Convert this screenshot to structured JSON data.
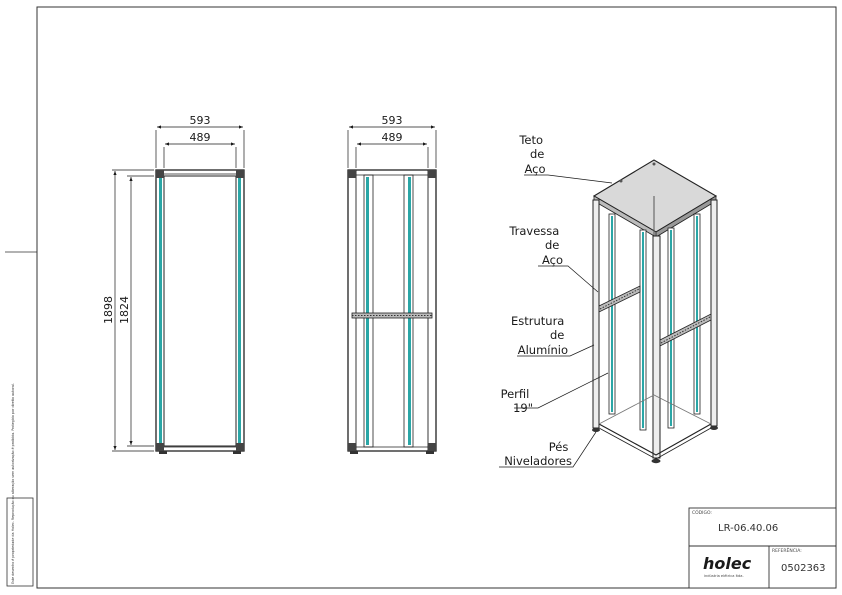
{
  "front_view": {
    "overall_width": "593",
    "inner_width": "489",
    "overall_height": "1898",
    "inner_height": "1824"
  },
  "side_view": {
    "overall_width": "593",
    "inner_width": "489"
  },
  "callouts": [
    {
      "lines": [
        "Teto",
        "de",
        "Aço"
      ]
    },
    {
      "lines": [
        "Travessa",
        "de",
        "Aço"
      ]
    },
    {
      "lines": [
        "Estrutura",
        "de",
        "Alumínio"
      ]
    },
    {
      "lines": [
        "Perfil",
        "19\""
      ]
    },
    {
      "lines": [
        "Pés",
        "Niveladores"
      ]
    }
  ],
  "title_block": {
    "code_label": "CÓDIGO:",
    "code": "LR-06.40.06",
    "reference_label": "REFERÊNCIA:",
    "reference": "0502363",
    "logo": "holec",
    "logo_tagline": "indústria elétrica ltda."
  },
  "side_note": "Este desenho é propriedade da Holec. Reprodução ou alteração sem autorização é proibida. Protegido por direito autoral.",
  "colors": {
    "frame": "#222222",
    "rail": "#2aa6a6",
    "roof": "#d9d9d9"
  }
}
